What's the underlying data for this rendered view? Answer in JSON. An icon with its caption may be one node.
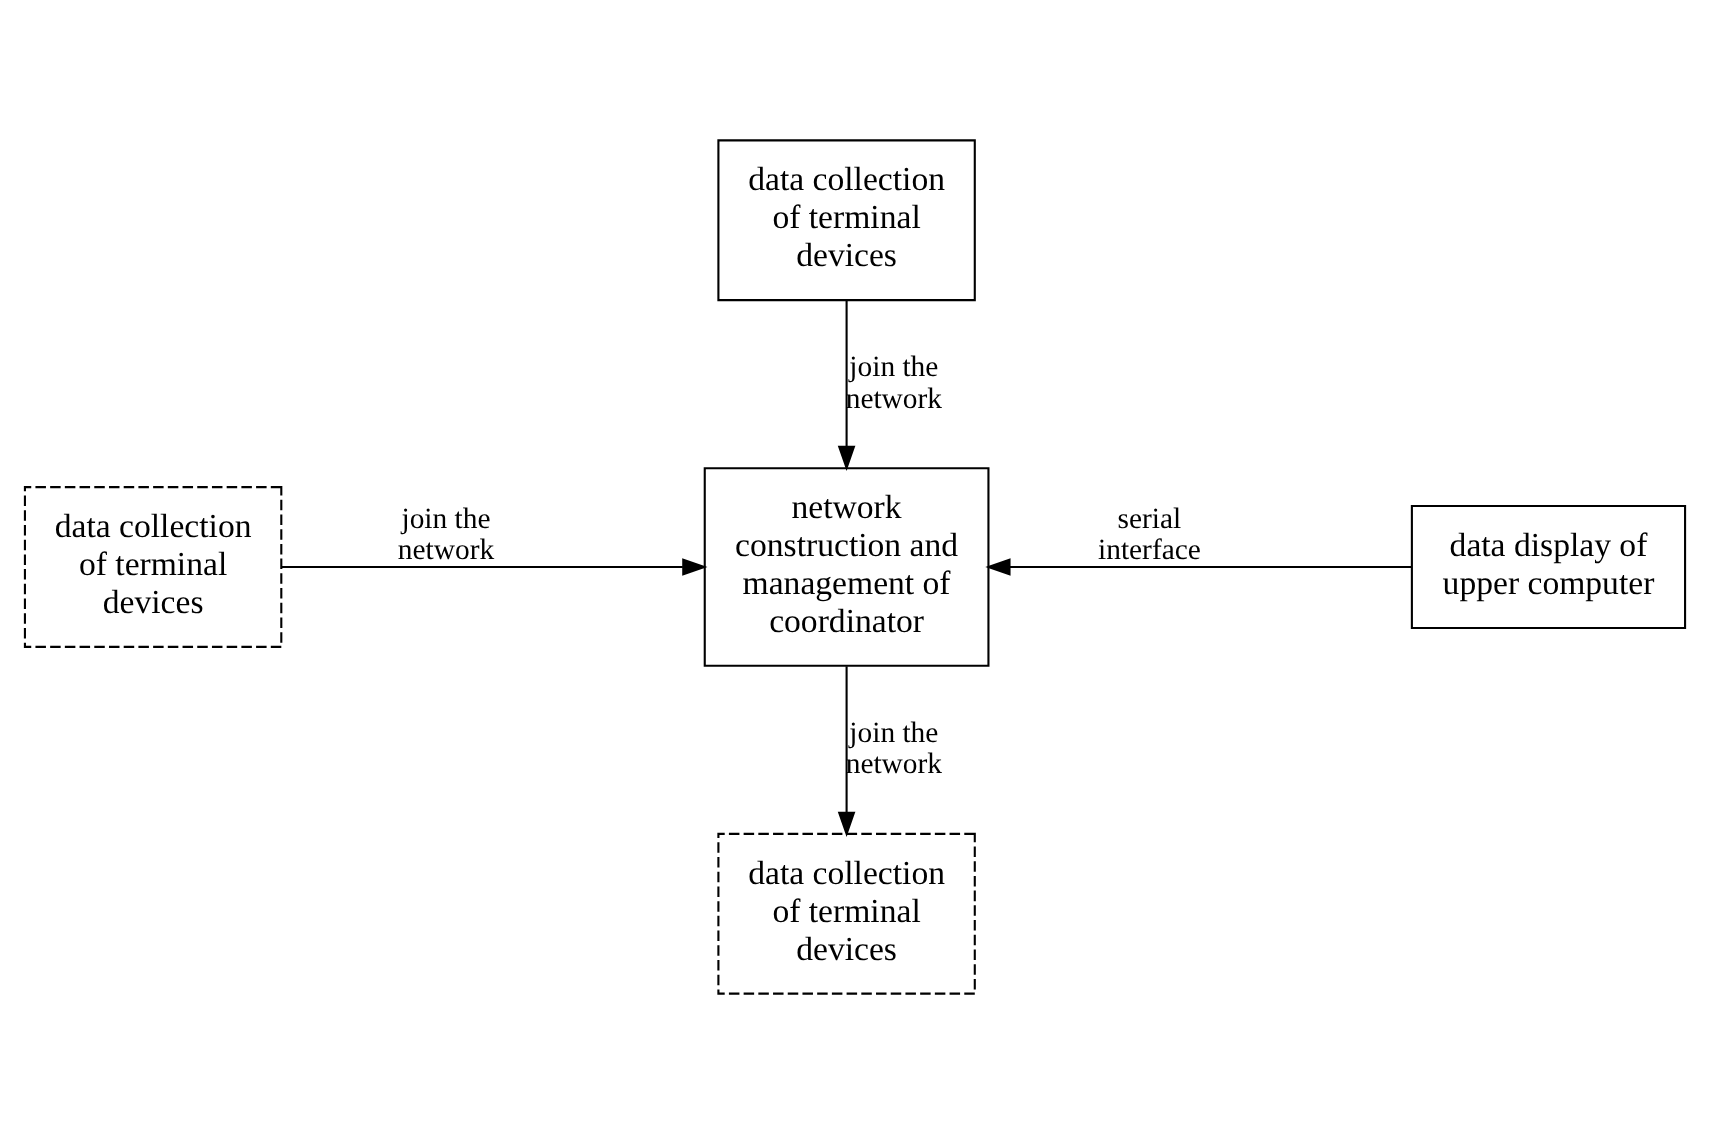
{
  "diagram": {
    "nodes": [
      {
        "text": [
          "data collection of terminal devices"
        ]
      },
      {
        "text": [
          "data collection of terminal devices"
        ]
      },
      {
        "text": [
          "network construction and management of coordinator"
        ]
      },
      {
        "text": [
          "data display of upper computer"
        ]
      },
      {
        "text": [
          "data collection of terminal devices"
        ]
      }
    ],
    "edges": [
      {
        "from": 0,
        "to": 2,
        "arrow": "to",
        "label": "join the network"
      },
      {
        "from": 1,
        "to": 2,
        "arrow": "to",
        "label": "join the network"
      },
      {
        "from": 3,
        "to": 2,
        "arrow": "to",
        "label": "serial interface"
      },
      {
        "from": 2,
        "to": 4,
        "arrow": "to",
        "label": "join the network"
      }
    ]
  }
}
